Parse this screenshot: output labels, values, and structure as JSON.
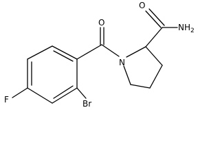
{
  "structure": {
    "atoms": {
      "oxygen": "O",
      "amide_nitrogen": "NH",
      "amide_subscript": "2",
      "ring_nitrogen": "N",
      "fluorine": "F",
      "bromine": "Br"
    }
  }
}
